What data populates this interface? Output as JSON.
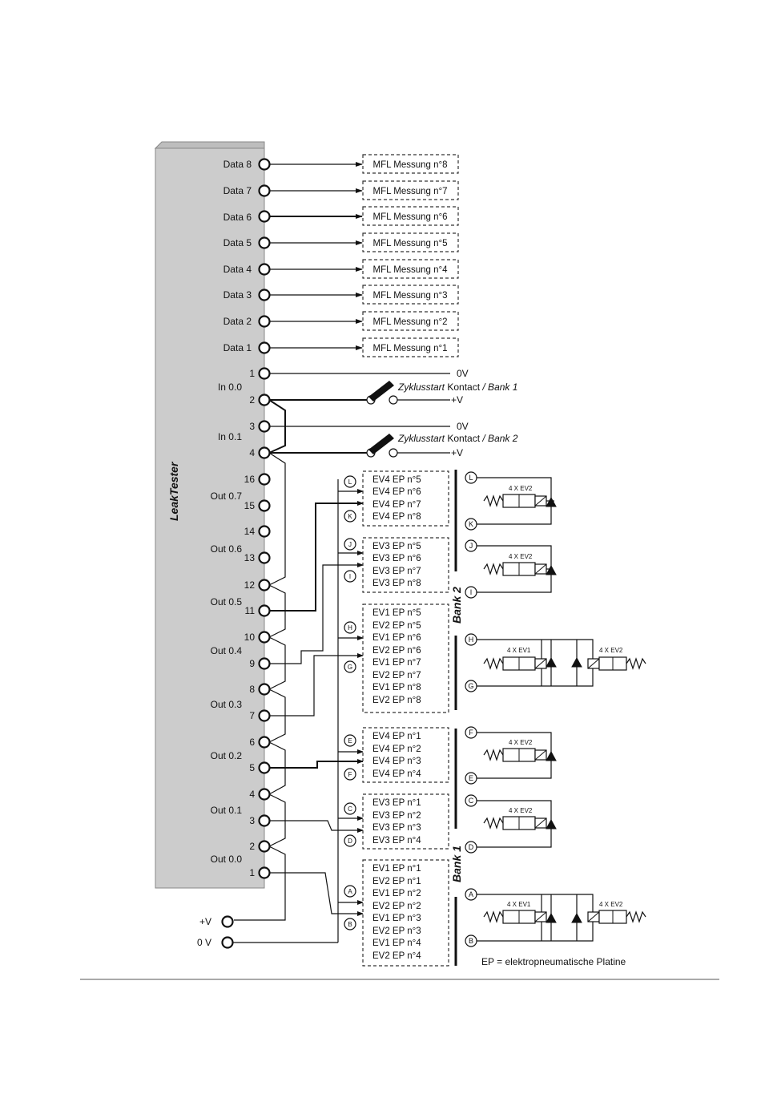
{
  "device_label": "LeakTester",
  "data_ports": [
    {
      "label": "Data 8",
      "box": "MFL Messung  n°8"
    },
    {
      "label": "Data 7",
      "box": "MFL Messung  n°7"
    },
    {
      "label": "Data 6",
      "box": "MFL Messung  n°6"
    },
    {
      "label": "Data 5",
      "box": "MFL Messung  n°5"
    },
    {
      "label": "Data 4",
      "box": "MFL Messung  n°4"
    },
    {
      "label": "Data 3",
      "box": "MFL Messung  n°3"
    },
    {
      "label": "Data 2",
      "box": "MFL Messung  n°2"
    },
    {
      "label": "Data 1",
      "box": "MFL Messung  n°1"
    }
  ],
  "group_labels": [
    "In 0.0",
    "In 0.1",
    "Out 0.7",
    "Out 0.6",
    "Out 0.5",
    "Out 0.4",
    "Out 0.3",
    "Out 0.2",
    "Out 0.1",
    "Out 0.0"
  ],
  "pin_numbers": [
    "1",
    "2",
    "3",
    "4",
    "16",
    "15",
    "14",
    "13",
    "12",
    "11",
    "10",
    "9",
    "8",
    "7",
    "6",
    "5",
    "4",
    "3",
    "2",
    "1"
  ],
  "supply": {
    "plus": "+V",
    "zero": "0 V"
  },
  "contacts": [
    {
      "italic": "Zyklusstart",
      "normal": " Kontact ",
      "bank": " / Bank 1",
      "top": "0V",
      "bottom": "+V"
    },
    {
      "italic": "Zyklusstart",
      "normal": " Kontact ",
      "bank": " / Bank 2",
      "top": "0V",
      "bottom": "+V"
    }
  ],
  "ep_groups": [
    [
      "EV4 EP n°5",
      "EV4 EP n°6",
      "EV4 EP n°7",
      "EV4 EP n°8"
    ],
    [
      "EV3 EP n°5",
      "EV3 EP n°6",
      "EV3 EP n°7",
      "EV3 EP n°8"
    ],
    [
      "EV1 EP n°5",
      "EV2 EP n°5",
      "EV1 EP n°6",
      "EV2 EP n°6",
      "EV1 EP n°7",
      "EV2 EP n°7",
      "EV1 EP n°8",
      "EV2 EP n°8"
    ],
    [
      "EV4 EP n°1",
      "EV4 EP n°2",
      "EV4 EP n°3",
      "EV4 EP n°4"
    ],
    [
      "EV3 EP n°1",
      "EV3 EP n°2",
      "EV3 EP n°3",
      "EV3 EP n°4"
    ],
    [
      "EV1 EP n°1",
      "EV2 EP n°1",
      "EV1 EP n°2",
      "EV2 EP n°2",
      "EV1 EP n°3",
      "EV2 EP n°3",
      "EV1 EP n°4",
      "EV2 EP n°4"
    ]
  ],
  "connector_letters": [
    "L",
    "K",
    "J",
    "I",
    "H",
    "G",
    "E",
    "F",
    "C",
    "D",
    "A",
    "B"
  ],
  "right_letters": [
    "L",
    "K",
    "J",
    "I",
    "H",
    "G",
    "F",
    "E",
    "C",
    "D",
    "A",
    "B"
  ],
  "banks": [
    "Bank 2",
    "Bank 1"
  ],
  "valve_labels": {
    "ev2": "4 X EV2",
    "ev1": "4 X EV1"
  },
  "footnote": "EP = elektropneumatische Platine"
}
